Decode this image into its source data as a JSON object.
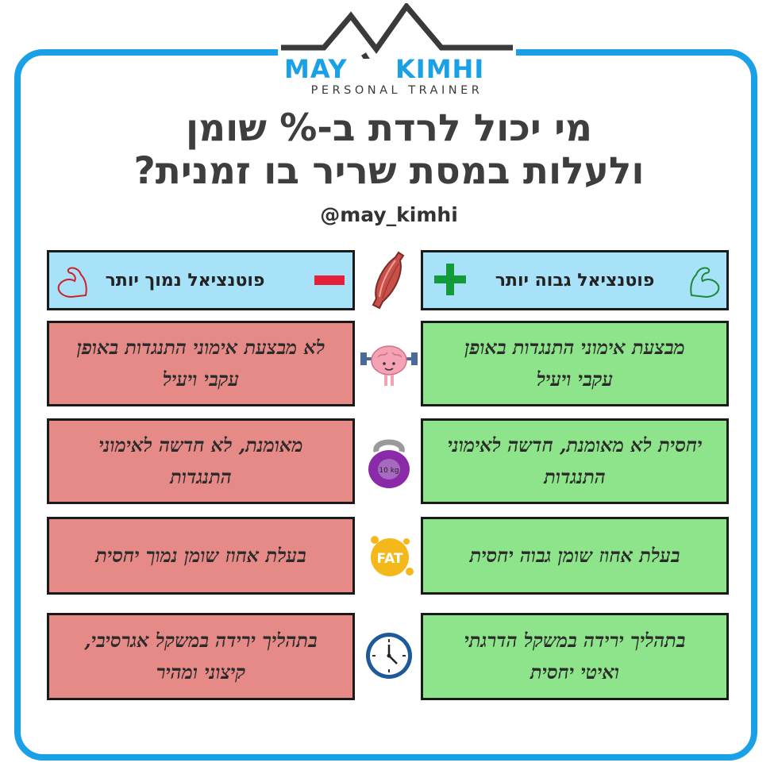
{
  "brand": {
    "name_left": "MAY",
    "name_right": "KIMHI",
    "tagline": "PERSONAL TRAINER"
  },
  "headline": {
    "line1": "מי יכול לרדת ב-% שומן",
    "line2": "ולעלות במסת שריר בו זמנית?"
  },
  "handle": "@may_kimhi",
  "columns": {
    "high": {
      "title": "פוטנציאל גבוה יותר",
      "symbol": "plus"
    },
    "low": {
      "title": "פוטנציאל נמוך יותר",
      "symbol": "minus"
    }
  },
  "rows": [
    {
      "icon": "muscle-icon"
    },
    {
      "icon": "brain-icon",
      "high": "מבצעת אימוני התנגדות באופן עקבי ויעיל",
      "low": "לא מבצעת אימוני התנגדות באופן עקבי ויעיל"
    },
    {
      "icon": "kettlebell-icon",
      "icon_text": "10 kg",
      "high": "יחסית לא מאומנת, חדשה לאימוני התנגדות",
      "low": "מאומנת, לא חדשה לאימוני התנגדות"
    },
    {
      "icon": "fat-icon",
      "icon_text": "FAT",
      "high": "בעלת אחוז שומן גבוה יחסית",
      "low": "בעלת אחוז שומן נמוך יחסית"
    },
    {
      "icon": "clock-icon",
      "high": "בתהליך ירידה במשקל הדרגתי ואיטי יחסית",
      "low": "בתהליך ירידה במשקל אגרסיבי, קיצוני ומהיר"
    }
  ],
  "colors": {
    "frame": "#1aa0e6",
    "header_bg": "#a8e2f8",
    "high_bg": "#8ee48a",
    "low_bg": "#e68a88",
    "plus": "#139a3a",
    "minus": "#e5203a"
  }
}
